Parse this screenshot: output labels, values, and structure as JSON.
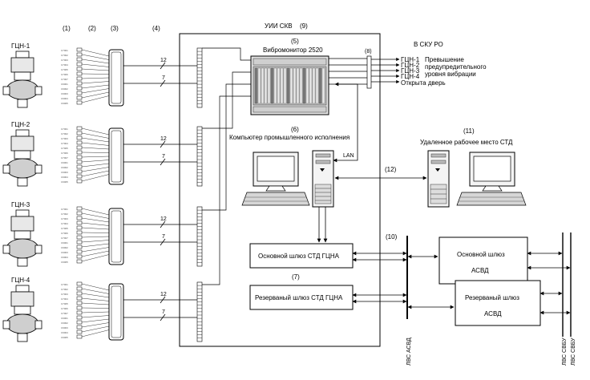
{
  "column_numbers": [
    "(1)",
    "(2)",
    "(3)",
    "(4)"
  ],
  "pumps": [
    {
      "label": "ГЦН-1",
      "cable_a": "12",
      "cable_b": "7"
    },
    {
      "label": "ГЦН-2",
      "cable_a": "12",
      "cable_b": "7"
    },
    {
      "label": "ГЦН-3",
      "cable_a": "12",
      "cable_b": "7"
    },
    {
      "label": "ГЦН-4",
      "cable_a": "12",
      "cable_b": "7"
    }
  ],
  "sensor_codes": [
    "C7001",
    "C7002",
    "C7003",
    "C7004",
    "C7005",
    "C7006",
    "C7007",
    "C9001",
    "C9002",
    "C9003",
    "C9004",
    "C9005"
  ],
  "main_frame": {
    "title": "УИИ СКВ",
    "number": "(9)"
  },
  "vibromonitor": {
    "number": "(5)",
    "title": "Вибромонитор 2520"
  },
  "computer": {
    "number": "(6)",
    "title": "Компьютер промышленного исполнения",
    "lan": "LAN"
  },
  "remote": {
    "number": "(11)",
    "title": "Удаленное рабочее место СТД",
    "link_number": "(12)"
  },
  "sku": {
    "title": "В СКУ РО",
    "bundle_number": "(8)",
    "lines": [
      "ГЦН-1",
      "ГЦН-2",
      "ГЦН-3",
      "ГЦН-4"
    ],
    "notes": [
      "Превышение",
      "предупредительного",
      "уровня вибрации",
      "Открыта дверь"
    ]
  },
  "gateway_main": {
    "label": "Основной шлюз СТД ГЦНА"
  },
  "gateway_reserve_number": "(7)",
  "gateway_reserve": {
    "label": "Резерваный шлюз СТД ГЦНА"
  },
  "network_number": "(10)",
  "asvd_main": {
    "line1": "Основной шлюз",
    "line2": "АСВД"
  },
  "asvd_reserve": {
    "line1": "Резерваный шлюз",
    "line2": "АСВД"
  },
  "bus_labels": {
    "lvs_asvd": "ЛВС АСВД",
    "lvs_svbu_1": "ЛВС СВБУ",
    "lvs_svbu_2": "ЛВС СВБУ"
  }
}
